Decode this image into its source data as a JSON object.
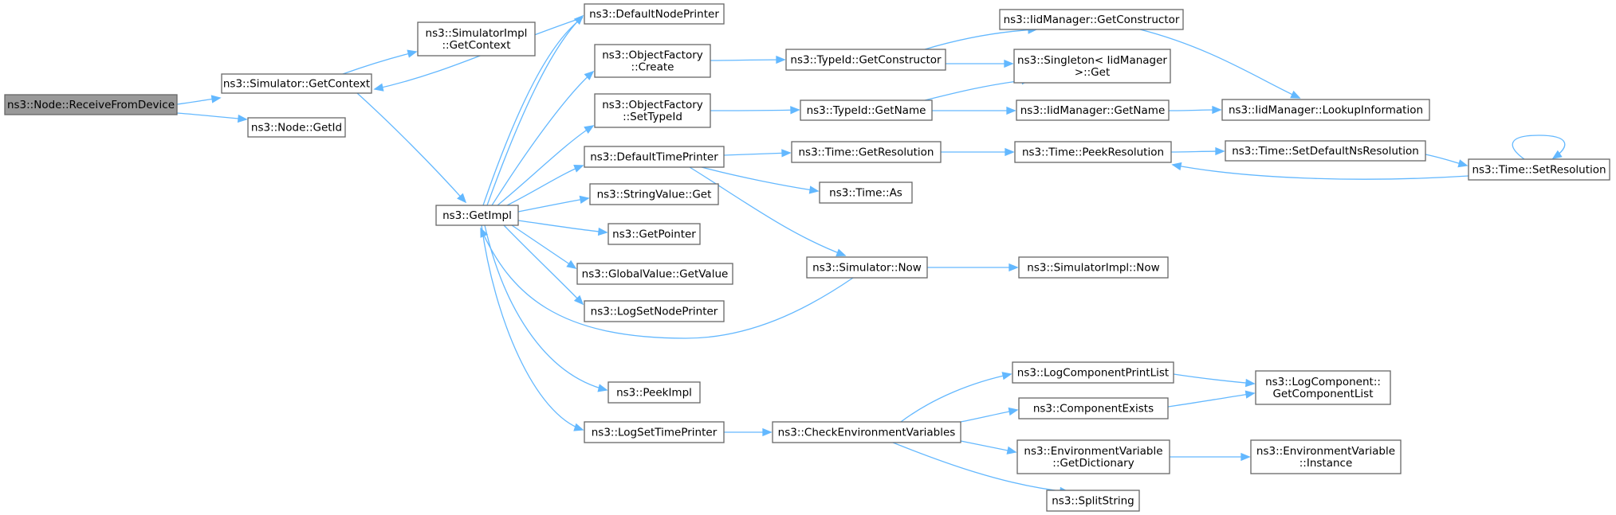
{
  "colors": {
    "node_fill": "#ffffff",
    "root_fill": "#999999",
    "node_border": "#666666",
    "edge": "#63b8ff"
  },
  "nodes": {
    "receive_from_device": [
      "ns3::Node::ReceiveFromDevice"
    ],
    "simulator_getcontext": [
      "ns3::Simulator::GetContext"
    ],
    "node_getid": [
      "ns3::Node::GetId"
    ],
    "simulatorimpl_getcontext": [
      "ns3::SimulatorImpl",
      "::GetContext"
    ],
    "getimpl": [
      "ns3::GetImpl"
    ],
    "defaultnodeprinter": [
      "ns3::DefaultNodePrinter"
    ],
    "objectfactory_create": [
      "ns3::ObjectFactory",
      "::Create"
    ],
    "objectfactory_settypeid": [
      "ns3::ObjectFactory",
      "::SetTypeId"
    ],
    "defaulttimeprinter": [
      "ns3::DefaultTimePrinter"
    ],
    "stringvalue_get": [
      "ns3::StringValue::Get"
    ],
    "getpointer": [
      "ns3::GetPointer"
    ],
    "globalvalue_getvalue": [
      "ns3::GlobalValue::GetValue"
    ],
    "logsetnodeprinter": [
      "ns3::LogSetNodePrinter"
    ],
    "peekimpl": [
      "ns3::PeekImpl"
    ],
    "logsettimeprinter": [
      "ns3::LogSetTimePrinter"
    ],
    "typeid_getconstructor": [
      "ns3::TypeId::GetConstructor"
    ],
    "typeid_getname": [
      "ns3::TypeId::GetName"
    ],
    "time_getresolution": [
      "ns3::Time::GetResolution"
    ],
    "time_as": [
      "ns3::Time::As"
    ],
    "simulator_now": [
      "ns3::Simulator::Now"
    ],
    "checkenvironmentvariables": [
      "ns3::CheckEnvironmentVariables"
    ],
    "iidmanager_getconstructor": [
      "ns3::IidManager::GetConstructor"
    ],
    "singleton_iidmanager_get": [
      "ns3::Singleton< IidManager",
      " >::Get"
    ],
    "iidmanager_getname": [
      "ns3::IidManager::GetName"
    ],
    "time_peekresolution": [
      "ns3::Time::PeekResolution"
    ],
    "simulatorimpl_now": [
      "ns3::SimulatorImpl::Now"
    ],
    "logcomponentprintlist": [
      "ns3::LogComponentPrintList"
    ],
    "componentexists": [
      "ns3::ComponentExists"
    ],
    "environmentvariable_getdictionary": [
      "ns3::EnvironmentVariable",
      "::GetDictionary"
    ],
    "splitstring": [
      "ns3::SplitString"
    ],
    "iidmanager_lookupinformation": [
      "ns3::IidManager::LookupInformation"
    ],
    "time_setdefaultnsresolution": [
      "ns3::Time::SetDefaultNsResolution"
    ],
    "time_setresolution": [
      "ns3::Time::SetResolution"
    ],
    "logcomponent_getcomponentlist": [
      "ns3::LogComponent::",
      "GetComponentList"
    ],
    "environmentvariable_instance": [
      "ns3::EnvironmentVariable",
      "::Instance"
    ]
  },
  "root": "receive_from_device",
  "edges": [
    [
      "receive_from_device",
      "simulator_getcontext"
    ],
    [
      "receive_from_device",
      "node_getid"
    ],
    [
      "simulator_getcontext",
      "simulatorimpl_getcontext"
    ],
    [
      "simulator_getcontext",
      "getimpl"
    ],
    [
      "getimpl",
      "simulator_getcontext"
    ],
    [
      "getimpl",
      "defaultnodeprinter"
    ],
    [
      "getimpl",
      "objectfactory_create"
    ],
    [
      "getimpl",
      "objectfactory_settypeid"
    ],
    [
      "getimpl",
      "defaulttimeprinter"
    ],
    [
      "getimpl",
      "stringvalue_get"
    ],
    [
      "getimpl",
      "getpointer"
    ],
    [
      "getimpl",
      "globalvalue_getvalue"
    ],
    [
      "getimpl",
      "logsetnodeprinter"
    ],
    [
      "getimpl",
      "peekimpl"
    ],
    [
      "getimpl",
      "logsettimeprinter"
    ],
    [
      "objectfactory_create",
      "typeid_getconstructor"
    ],
    [
      "objectfactory_settypeid",
      "typeid_getname"
    ],
    [
      "defaulttimeprinter",
      "time_getresolution"
    ],
    [
      "defaulttimeprinter",
      "time_as"
    ],
    [
      "defaulttimeprinter",
      "simulator_now"
    ],
    [
      "simulator_now",
      "getimpl"
    ],
    [
      "simulator_now",
      "simulatorimpl_now"
    ],
    [
      "logsettimeprinter",
      "checkenvironmentvariables"
    ],
    [
      "typeid_getconstructor",
      "iidmanager_getconstructor"
    ],
    [
      "typeid_getconstructor",
      "singleton_iidmanager_get"
    ],
    [
      "typeid_getname",
      "singleton_iidmanager_get"
    ],
    [
      "typeid_getname",
      "iidmanager_getname"
    ],
    [
      "iidmanager_getconstructor",
      "iidmanager_lookupinformation"
    ],
    [
      "iidmanager_getname",
      "iidmanager_lookupinformation"
    ],
    [
      "time_getresolution",
      "time_peekresolution"
    ],
    [
      "time_peekresolution",
      "time_setdefaultnsresolution"
    ],
    [
      "time_setdefaultnsresolution",
      "time_setresolution"
    ],
    [
      "time_setresolution",
      "time_peekresolution"
    ],
    [
      "time_setresolution",
      "time_setresolution"
    ],
    [
      "checkenvironmentvariables",
      "logcomponentprintlist"
    ],
    [
      "checkenvironmentvariables",
      "componentexists"
    ],
    [
      "checkenvironmentvariables",
      "environmentvariable_getdictionary"
    ],
    [
      "checkenvironmentvariables",
      "splitstring"
    ],
    [
      "logcomponentprintlist",
      "logcomponent_getcomponentlist"
    ],
    [
      "componentexists",
      "logcomponent_getcomponentlist"
    ],
    [
      "environmentvariable_getdictionary",
      "environmentvariable_instance"
    ]
  ]
}
